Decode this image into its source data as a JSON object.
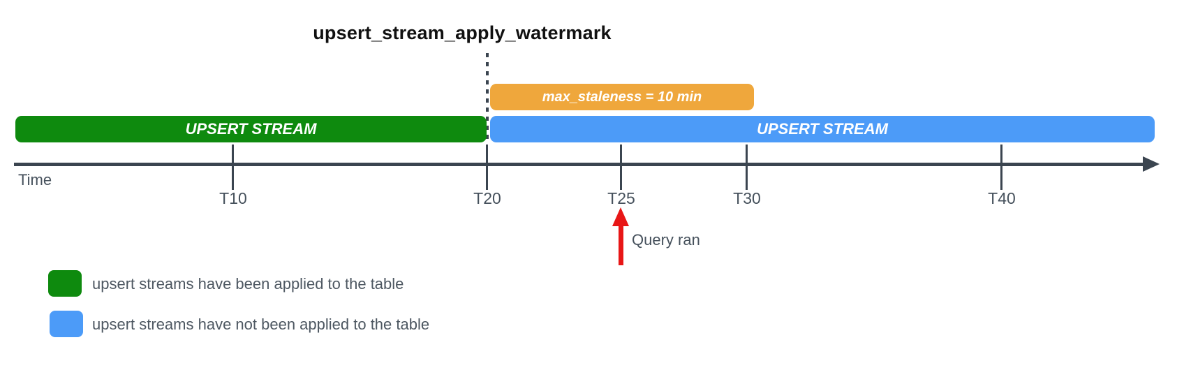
{
  "watermark": {
    "label": "upsert_stream_apply_watermark"
  },
  "bars": {
    "applied": {
      "label": "UPSERT STREAM"
    },
    "not_applied": {
      "label": "UPSERT STREAM"
    },
    "staleness": {
      "label": "max_staleness = 10 min"
    }
  },
  "timeline": {
    "axis_label": "Time",
    "ticks": [
      {
        "label": "T10"
      },
      {
        "label": "T20"
      },
      {
        "label": "T25"
      },
      {
        "label": "T30"
      },
      {
        "label": "T40"
      }
    ]
  },
  "annotation": {
    "query_ran": "Query ran"
  },
  "legend": [
    {
      "swatch_color": "#0e8a0e",
      "label": "upsert streams have been applied to the table"
    },
    {
      "swatch_color": "#4c9bf8",
      "label": "upsert streams have not been applied to the table"
    }
  ],
  "colors": {
    "green": "#0e8a0e",
    "blue": "#4c9bf8",
    "orange": "#efa73c",
    "dark": "#3b4550",
    "red": "#e81616",
    "title": "#111111",
    "label": "#46515c",
    "legend": "#4d5761"
  }
}
